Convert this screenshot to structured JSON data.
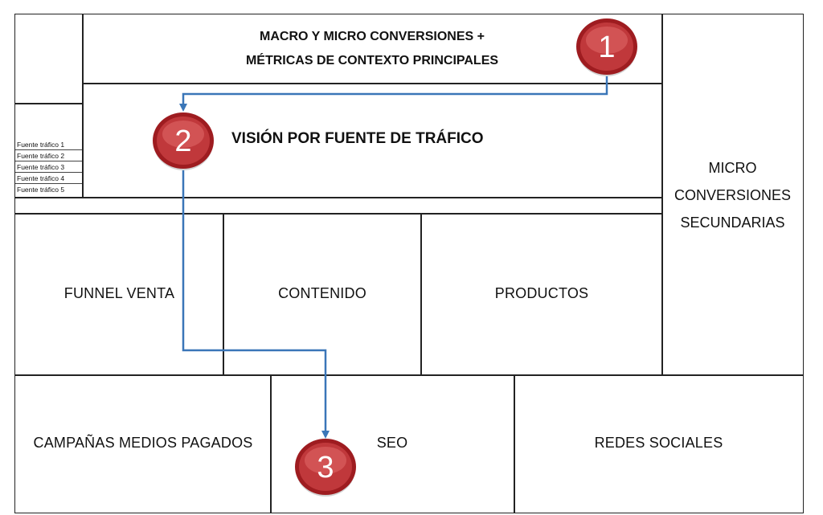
{
  "header": {
    "line1": "MACRO Y MICRO CONVERSIONES +",
    "line2": "MÉTRICAS DE CONTEXTO PRINCIPALES"
  },
  "vision": {
    "title": "VISIÓN POR FUENTE DE TRÁFICO",
    "sources": [
      "Fuente tráfico 1",
      "Fuente tráfico 2",
      "Fuente tráfico 3",
      "Fuente tráfico 4",
      "Fuente tráfico 5"
    ]
  },
  "micro_secundarias": {
    "line1": "MICRO",
    "line2": "CONVERSIONES",
    "line3": "SECUNDARIAS"
  },
  "row1": {
    "funnel": "FUNNEL VENTA",
    "contenido": "CONTENIDO",
    "productos": "PRODUCTOS"
  },
  "row2": {
    "campanas": "CAMPAÑAS MEDIOS PAGADOS",
    "seo": "SEO",
    "redes": "REDES SOCIALES"
  },
  "steps": [
    {
      "label": "1"
    },
    {
      "label": "2"
    },
    {
      "label": "3"
    }
  ],
  "colors": {
    "badge_fill": "#c0383b",
    "badge_fill_light": "#e06a6a",
    "badge_ring": "#9e1c20",
    "arrow": "#3a76b8",
    "border": "#222222"
  }
}
